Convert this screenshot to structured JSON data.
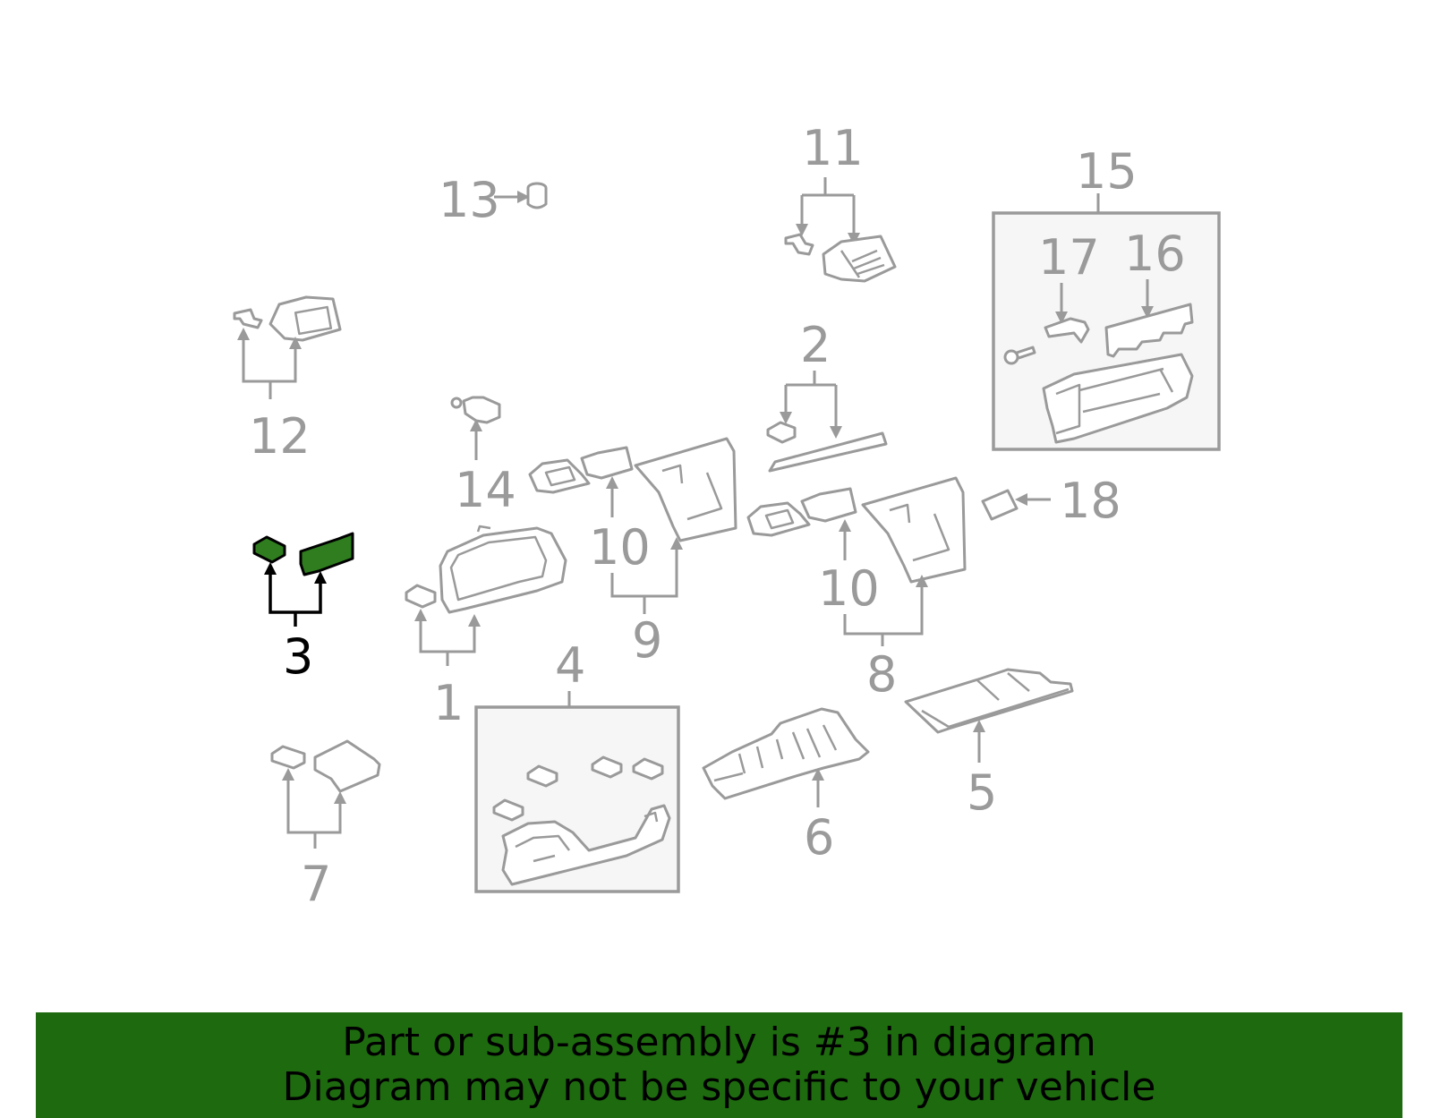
{
  "diagram": {
    "callouts": {
      "c1": "1",
      "c2": "2",
      "c3": "3",
      "c4": "4",
      "c5": "5",
      "c6": "6",
      "c7": "7",
      "c8": "8",
      "c9": "9",
      "c10a": "10",
      "c10b": "10",
      "c11": "11",
      "c12": "12",
      "c13": "13",
      "c14": "14",
      "c15": "15",
      "c16": "16",
      "c17": "17",
      "c18": "18"
    },
    "highlighted_part": "3",
    "colors": {
      "line": "#9a9a9a",
      "highlight_fill": "#2f7d1f",
      "banner_bg": "#1e6b0f",
      "banner_text": "#000000"
    }
  },
  "banner": {
    "line1": "Part or sub-assembly is #3 in diagram",
    "line2": "Diagram may not be specific to your vehicle"
  }
}
